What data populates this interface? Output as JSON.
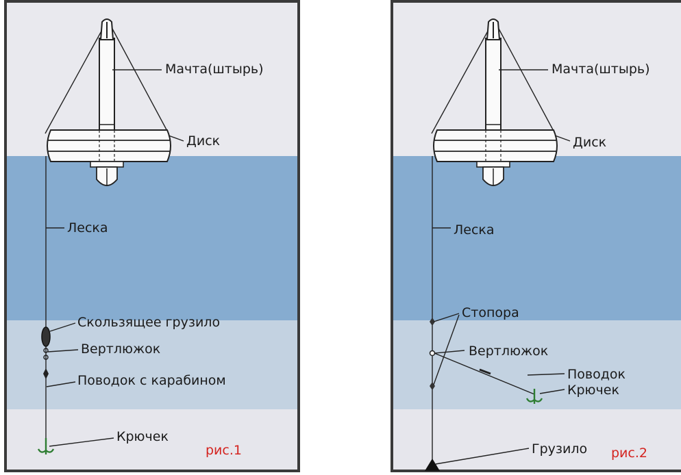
{
  "colors": {
    "sky": "#e9e9ee",
    "water_upper": "#86acd0",
    "water_mid": "#c3d2e1",
    "water_bottom": "#e6e6ec",
    "frame": "#3a3a3a",
    "hook": "#2e7d32",
    "caption": "#d4231f"
  },
  "figure1": {
    "labels": {
      "mast": "Мачта(штырь)",
      "disc": "Диск",
      "line": "Леска",
      "sliding_sinker": "Скользящее грузило",
      "swivel": "Вертлюжок",
      "leader": "Поводок с карабином",
      "hook": "Крючек"
    },
    "caption": "рис.1"
  },
  "figure2": {
    "labels": {
      "mast": "Мачта(штырь)",
      "disc": "Диск",
      "line": "Леска",
      "stoppers": "Стопора",
      "swivel": "Вертлюжок",
      "leader": "Поводок",
      "hook": "Крючек",
      "sinker": "Грузило"
    },
    "caption": "рис.2"
  }
}
